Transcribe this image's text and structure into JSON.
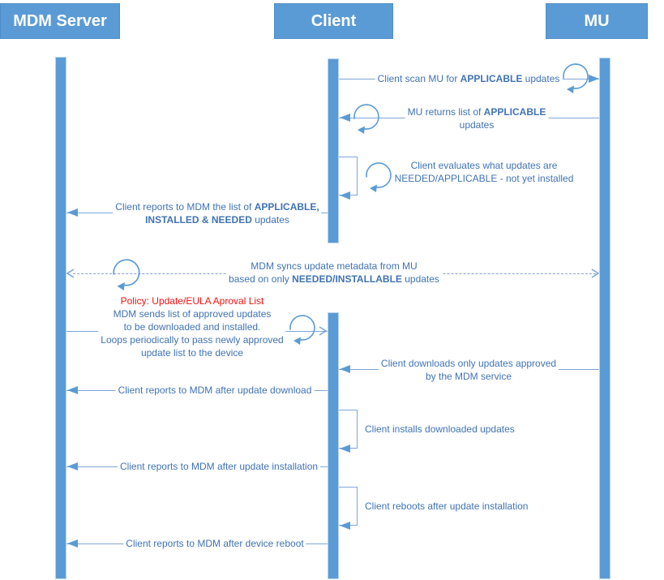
{
  "title": "MDM update management sequence diagram",
  "colors": {
    "accent": "#5B9BD5",
    "line": "#7FA5D6",
    "text": "#4173B3",
    "policy_red": "#F01414"
  },
  "actors": [
    {
      "label": "MDM Server"
    },
    {
      "label": "Client"
    },
    {
      "label": "MU"
    }
  ],
  "messages": {
    "scan": {
      "pre": "Client scan MU for ",
      "bold": "APPLICABLE",
      "post": " updates"
    },
    "mu_returns": {
      "l1_pre": "MU returns list of ",
      "l1_bold": "APPLICABLE",
      "l2": "updates"
    },
    "evaluates": {
      "l1": "Client evaluates what updates are",
      "l2": "NEEDED/APPLICABLE - not yet installed"
    },
    "reports_list": {
      "l1_pre": "Client reports to MDM the list of ",
      "l1_bold": "APPLICABLE,",
      "l2_bold": "INSTALLED & NEEDED",
      "l2_post": " updates"
    },
    "sync": {
      "l1": "MDM syncs update metadata from MU",
      "l2_pre": "based on only ",
      "l2_bold": "NEEDED/INSTALLABLE",
      "l2_post": " updates"
    },
    "policy": {
      "title": "Policy: Update/EULA Aproval List",
      "l1": "MDM sends list of approved updates",
      "l2": "to be downloaded and installed.",
      "l3": "Loops periodically to pass newly approved",
      "l4": "update list to the device"
    },
    "downloads": {
      "l1": "Client downloads only updates approved",
      "l2": "by the MDM service"
    },
    "report_download": {
      "text": "Client reports to MDM after update download"
    },
    "installs": {
      "text": "Client installs downloaded updates"
    },
    "report_install": {
      "text": "Client reports to MDM after update installation"
    },
    "reboots": {
      "text": "Client reboots after update installation"
    },
    "report_reboot": {
      "text": "Client reports to MDM after device reboot"
    }
  }
}
